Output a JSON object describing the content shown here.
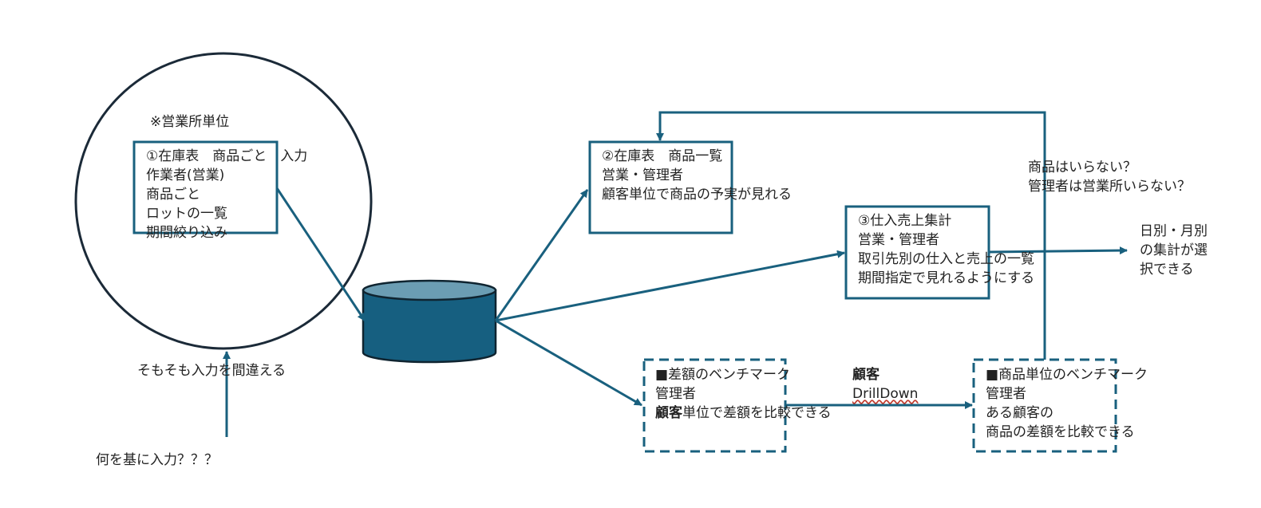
{
  "colors": {
    "stroke": "#19607e",
    "circle": "#1b2a38",
    "db_fill": "#165f80",
    "db_top": "#6b9db3",
    "db_edge": "#0f2430"
  },
  "left_note": "※営業所単位",
  "box1": {
    "lines": [
      "①在庫表　商品ごと　入力",
      "作業者(営業)",
      "商品ごと",
      "ロットの一覧",
      "期間絞り込み"
    ]
  },
  "input_error_note": "そもそも入力を間違える",
  "input_basis_question": "何を基に入力？？？",
  "box2": {
    "lines": [
      "②在庫表　商品一覧",
      "営業・管理者",
      "顧客単位で商品の予実が見れる"
    ]
  },
  "question_note": {
    "lines": [
      "商品はいらない？",
      "管理者は営業所いらない？"
    ]
  },
  "box3": {
    "lines": [
      "③仕入売上集計",
      "営業・管理者",
      "取引先別の仕入と売上の一覧",
      "期間指定で見れるようにする"
    ]
  },
  "daily_monthly_note": {
    "lines": [
      "日別・月別",
      "の集計が選",
      "択できる"
    ]
  },
  "box4": {
    "title": "■差額のベンチマーク",
    "role": "管理者",
    "desc_bold": "顧客",
    "desc_rest": "単位で差額を比較できる"
  },
  "drilldown": {
    "label": "顧客",
    "action": "DrillDown"
  },
  "box5": {
    "lines": [
      "■商品単位のベンチマーク",
      "管理者",
      "ある顧客の",
      "商品の差額を比較できる"
    ]
  }
}
